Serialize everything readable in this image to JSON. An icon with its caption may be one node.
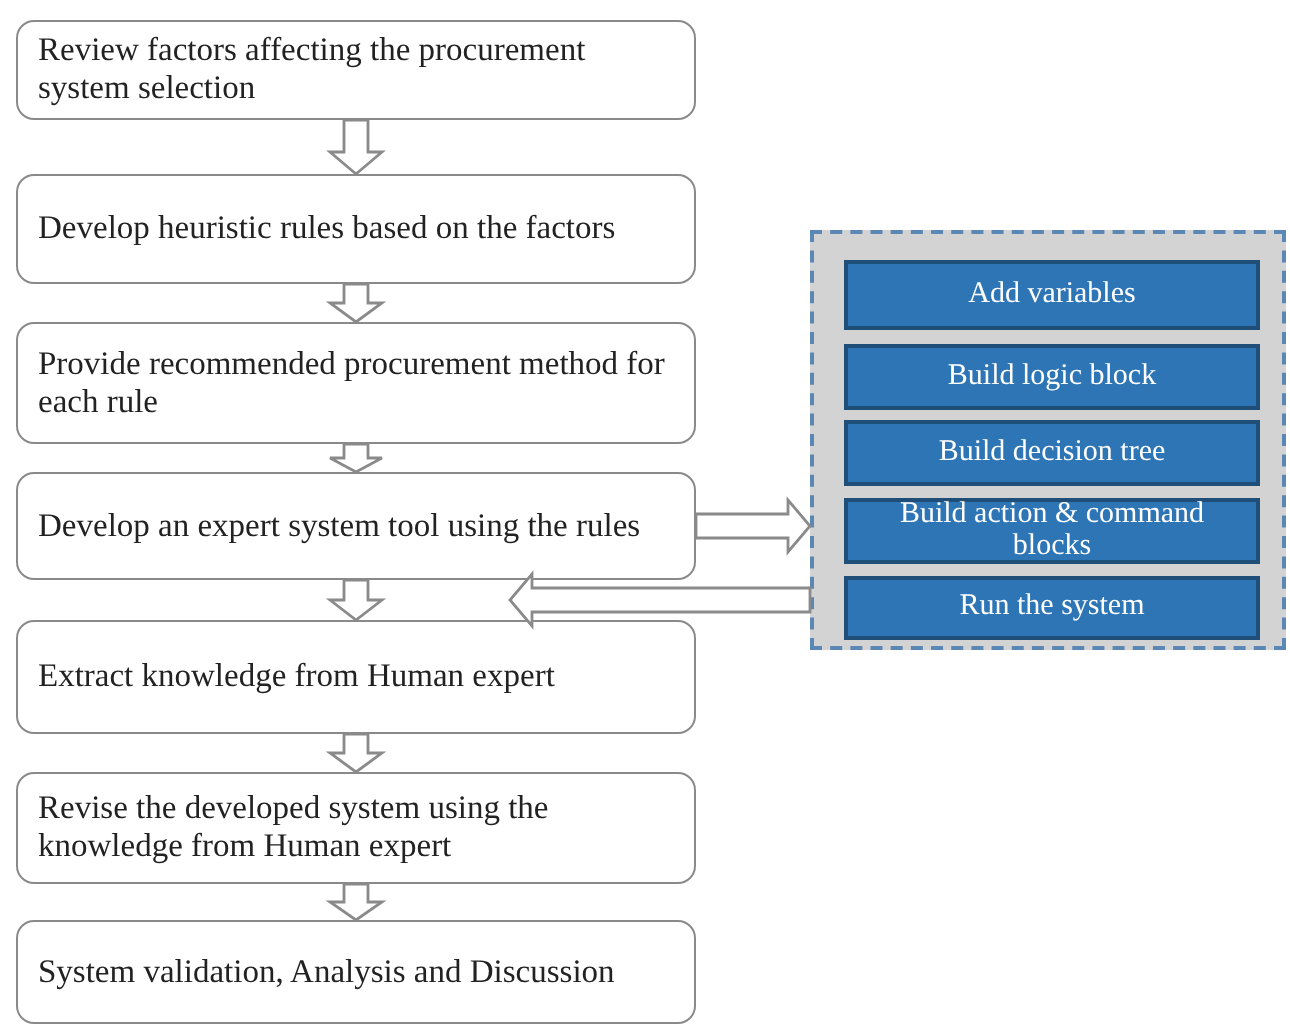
{
  "diagram": {
    "nodes": [
      {
        "text": [
          "Review factors affecting the procurement system selection"
        ]
      },
      {
        "text": [
          "Develop heuristic rules based on the factors"
        ]
      },
      {
        "text": [
          "Provide recommended procurement method for each rule"
        ]
      },
      {
        "text": [
          "Develop an expert system tool using the rules"
        ]
      },
      {
        "text": [
          "Extract knowledge from Human expert"
        ]
      },
      {
        "text": [
          "Revise the developed system using the knowledge from Human expert"
        ]
      },
      {
        "text": [
          "System validation, Analysis and Discussion"
        ]
      },
      {
        "text": [],
        "shape": "box"
      },
      {
        "text": [
          "Add variables"
        ],
        "in": 7
      },
      {
        "text": [
          "Build logic block"
        ],
        "in": 7
      },
      {
        "text": [
          "Build decision tree"
        ],
        "in": 7
      },
      {
        "text": [
          "Build action & command blocks"
        ],
        "in": 7
      },
      {
        "text": [
          "Run the system"
        ],
        "in": 7
      }
    ],
    "edges": [
      {
        "from": 0,
        "to": 1,
        "arrow": "to"
      },
      {
        "from": 1,
        "to": 2,
        "arrow": "to"
      },
      {
        "from": 2,
        "to": 3,
        "arrow": "to"
      },
      {
        "from": 3,
        "to": 4,
        "arrow": "to"
      },
      {
        "from": 4,
        "to": 5,
        "arrow": "to"
      },
      {
        "from": 5,
        "to": 6,
        "arrow": "to"
      },
      {
        "from": 3,
        "to": 7,
        "arrow": "to"
      },
      {
        "from": 7,
        "to": null,
        "arrow": "to"
      }
    ]
  }
}
